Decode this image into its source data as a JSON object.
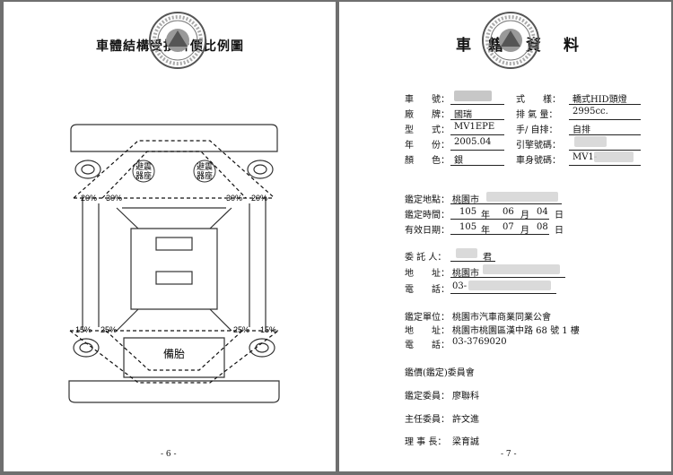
{
  "left_page": {
    "title": "車體結構受損折價比例圖",
    "page_number": "- 6 -",
    "diagram": {
      "labels": {
        "pct_20_left": "20%",
        "pct_30_left": "30%",
        "pct_30_right": "30%",
        "pct_20_right": "20%",
        "pct_15_left": "15%",
        "pct_25_left": "25%",
        "pct_25_right": "25%",
        "pct_15_right": "15%",
        "spare_tire": "備胎",
        "shock_absorber_top": "避震",
        "shock_absorber_bottom": "器座"
      }
    }
  },
  "right_page": {
    "title_chars": [
      "車",
      "籍",
      "資",
      "料"
    ],
    "page_number": "- 7 -",
    "vehicle": {
      "plate_label": "車　　號：",
      "plate_value": "",
      "style_label": "式　　樣：",
      "style_value": "轎式HID頭燈",
      "brand_label": "廠　　牌：",
      "brand_value": "國瑞",
      "displacement_label": "排 氣 量：",
      "displacement_value": "2995cc.",
      "model_label": "型　　式：",
      "model_value": "MV1EPE",
      "trans_label": "手/ 自排：",
      "trans_value": "自排",
      "year_label": "年　　份：",
      "year_value": "2005.04",
      "engine_label": "引擎號碼：",
      "engine_value": "",
      "color_label": "顏　　色：",
      "color_value": "銀",
      "vin_label": "車身號碼：",
      "vin_value": "MV1-"
    },
    "appraisal": {
      "location_label": "鑑定地點：",
      "location_value": "桃園市",
      "time_label": "鑑定時間：",
      "time_y": "105",
      "time_m": "06",
      "time_d": "04",
      "valid_label": "有效日期：",
      "valid_y": "105",
      "valid_m": "07",
      "valid_d": "08",
      "year_char": "年",
      "month_char": "月",
      "day_char": "日"
    },
    "client": {
      "name_label": "委 託 人：",
      "name_suffix": "君",
      "address_label": "地　　址：",
      "address_value": "桃園市",
      "phone_label": "電　　話：",
      "phone_value": "03-"
    },
    "unit": {
      "unit_label": "鑑定單位：",
      "unit_value": "桃園市汽車商業同業公會",
      "address_label": "地　　址：",
      "address_value": "桃園市桃園區漢中路 68 號 1 樓",
      "phone_label": "電　　話：",
      "phone_value": "03-3769020"
    },
    "committee": {
      "heading": "鑑價(鑑定)委員會",
      "appraiser_label": "鑑定委員：",
      "appraiser_value": "廖聯科",
      "chair_label": "主任委員：",
      "chair_value": "許文進",
      "director_label": "理 事 長：",
      "director_value": "梁育誠"
    }
  }
}
